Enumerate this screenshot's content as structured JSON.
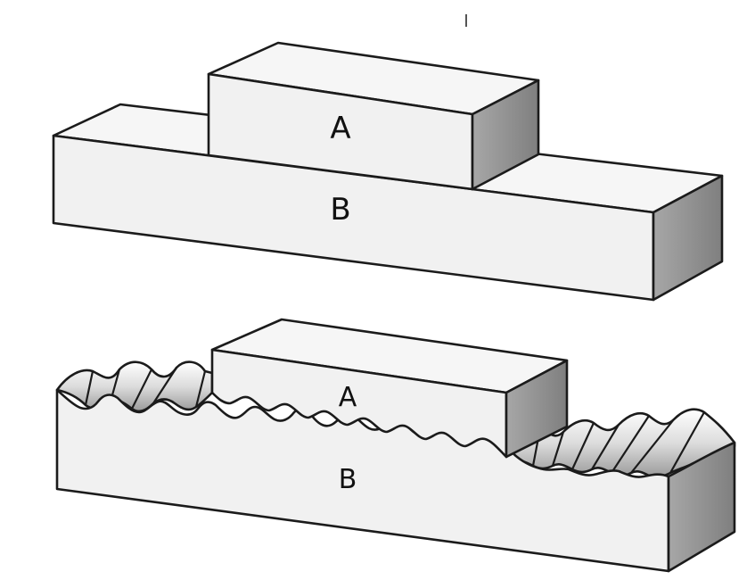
{
  "diagram": {
    "top": {
      "block_a_label": "A",
      "block_b_label": "B"
    },
    "bottom": {
      "block_a_label": "A",
      "block_b_label": "B"
    }
  },
  "colors": {
    "outline": "#1b1b1b",
    "face": "#f2f2f2",
    "side": "#8e8e8e"
  }
}
